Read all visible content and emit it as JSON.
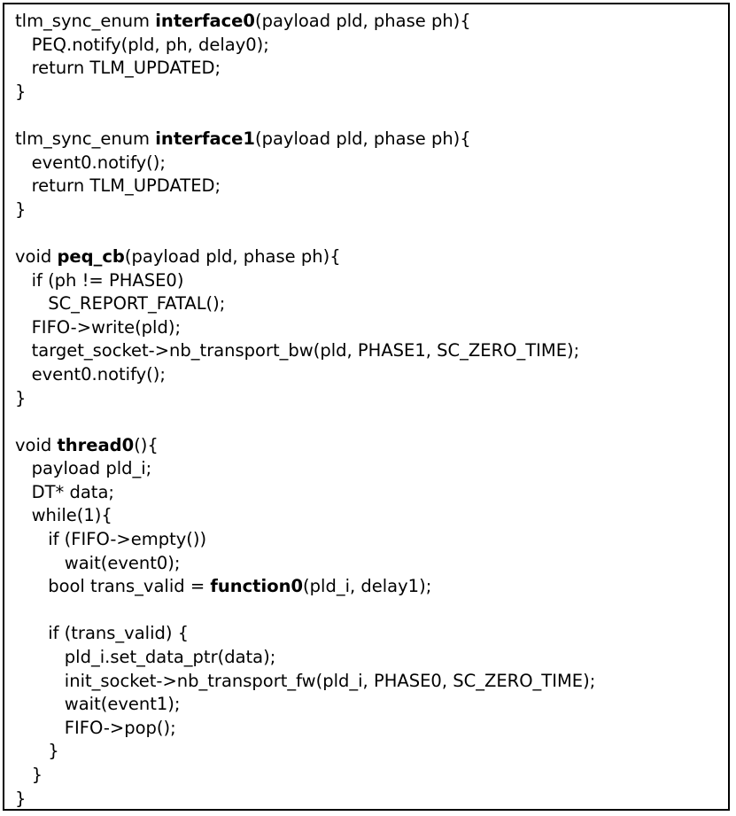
{
  "code": {
    "lines": [
      [
        {
          "t": "tlm_sync_enum "
        },
        {
          "t": "interface0",
          "b": true
        },
        {
          "t": "(payload pld, phase ph){"
        }
      ],
      [
        {
          "t": "   PEQ.notify(pld, ph, delay0);"
        }
      ],
      [
        {
          "t": "   return TLM_UPDATED;"
        }
      ],
      [
        {
          "t": "}"
        }
      ],
      [],
      [
        {
          "t": "tlm_sync_enum "
        },
        {
          "t": "interface1",
          "b": true
        },
        {
          "t": "(payload pld, phase ph){"
        }
      ],
      [
        {
          "t": "   event0.notify();"
        }
      ],
      [
        {
          "t": "   return TLM_UPDATED;"
        }
      ],
      [
        {
          "t": "}"
        }
      ],
      [],
      [
        {
          "t": "void "
        },
        {
          "t": "peq_cb",
          "b": true
        },
        {
          "t": "(payload pld, phase ph){"
        }
      ],
      [
        {
          "t": "   if (ph != PHASE0)"
        }
      ],
      [
        {
          "t": "      SC_REPORT_FATAL();"
        }
      ],
      [
        {
          "t": "   FIFO->write(pld);"
        }
      ],
      [
        {
          "t": "   target_socket->nb_transport_bw(pld, PHASE1, SC_ZERO_TIME);"
        }
      ],
      [
        {
          "t": "   event0.notify();"
        }
      ],
      [
        {
          "t": "}"
        }
      ],
      [],
      [
        {
          "t": "void "
        },
        {
          "t": "thread0",
          "b": true
        },
        {
          "t": "(){"
        }
      ],
      [
        {
          "t": "   payload pld_i;"
        }
      ],
      [
        {
          "t": "   DT* data;"
        }
      ],
      [
        {
          "t": "   while(1){"
        }
      ],
      [
        {
          "t": "      if (FIFO->empty())"
        }
      ],
      [
        {
          "t": "         wait(event0);"
        }
      ],
      [
        {
          "t": "      bool trans_valid = "
        },
        {
          "t": "function0",
          "b": true
        },
        {
          "t": "(pld_i, delay1);"
        }
      ],
      [],
      [
        {
          "t": "      if (trans_valid) {"
        }
      ],
      [
        {
          "t": "         pld_i.set_data_ptr(data);"
        }
      ],
      [
        {
          "t": "         init_socket->nb_transport_fw(pld_i, PHASE0, SC_ZERO_TIME);"
        }
      ],
      [
        {
          "t": "         wait(event1);"
        }
      ],
      [
        {
          "t": "         FIFO->pop();"
        }
      ],
      [
        {
          "t": "      }"
        }
      ],
      [
        {
          "t": "   }"
        }
      ],
      [
        {
          "t": "}"
        }
      ]
    ]
  }
}
